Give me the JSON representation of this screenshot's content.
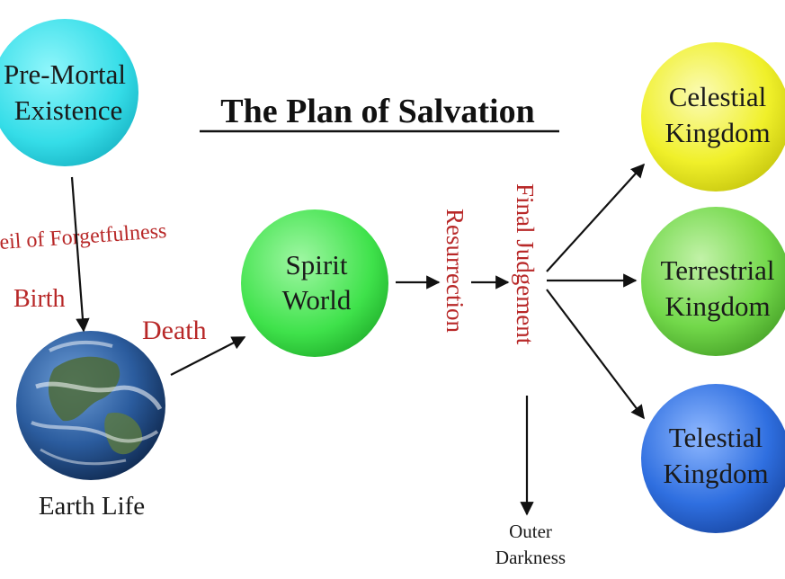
{
  "title": "The Plan of Salvation",
  "nodes": {
    "pre_mortal": {
      "line1": "Pre-Mortal",
      "line2": "Existence",
      "color": "#35dde8"
    },
    "spirit_world": {
      "line1": "Spirit",
      "line2": "World",
      "color": "#3fe24b"
    },
    "celestial": {
      "line1": "Celestial",
      "line2": "Kingdom",
      "color": "#f0f02a"
    },
    "terrestrial": {
      "line1": "Terrestrial",
      "line2": "Kingdom",
      "color": "#72d84a"
    },
    "telestial": {
      "line1": "Telestial",
      "line2": "Kingdom",
      "color": "#2f6fe0"
    },
    "earth_life": {
      "label": "Earth Life"
    },
    "outer_darkness": {
      "line1": "Outer",
      "line2": "Darkness"
    }
  },
  "labels": {
    "veil": "eil of Forgetfulness",
    "birth": "Birth",
    "death": "Death",
    "resurrection": "Resurrection",
    "final_judgement": "Final Judgement"
  },
  "colors": {
    "label_red": "#b82828",
    "arrow": "#111111"
  }
}
